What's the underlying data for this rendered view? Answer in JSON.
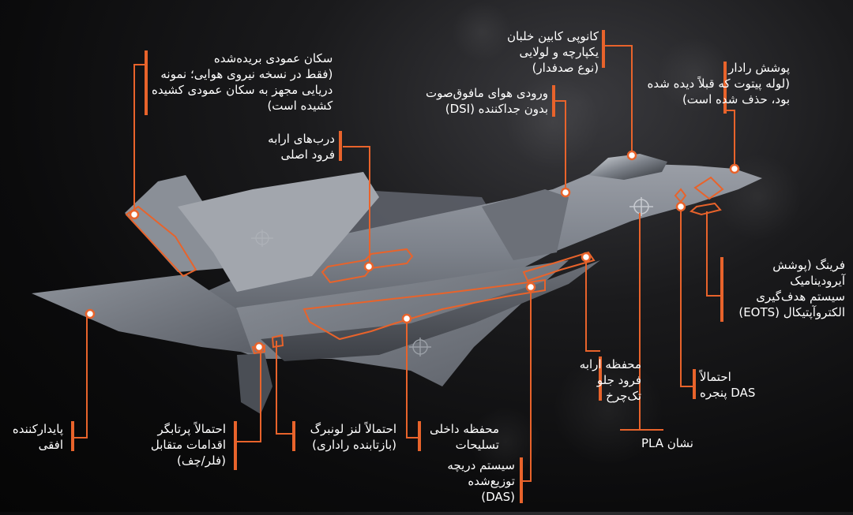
{
  "accent_color": "#e8632b",
  "callouts": {
    "canopy": [
      "کانوپی کابین خلبان",
      "یکپارچه و لولایی",
      "(نوع صدفدار)"
    ],
    "radome": [
      "پوشش رادار",
      "(لوله پیتوت که قبلاً دیده شده",
      "بود، حذف شده است)"
    ],
    "vertical_tail": [
      "سکان عمودی بریده‌شده",
      "(فقط در نسخه نیروی هوایی؛ نمونه",
      "دریایی مجهز به سکان عمودی کشیده",
      "کشیده است)"
    ],
    "dsi_intake": [
      "ورودی هوای مافوق‌صوت",
      "بدون جداکننده (DSI)"
    ],
    "main_gear_doors": [
      "درب‌های ارابه",
      "فرود اصلی"
    ],
    "eots": [
      "فرینگ (پوشش",
      "آیرودینامیک",
      "سیستم هدف‌گیری",
      "الکتروآپتیکال (EOTS)"
    ],
    "nose_gear_bay": [
      "محفظه ارابه",
      "فرود جلو",
      "تک‌چرخ"
    ],
    "das_window": [
      "احتمالاً",
      "DAS پنجره"
    ],
    "pla_marking": [
      "نشان PLA"
    ],
    "horizontal_stabilizer": [
      "پایدارکننده",
      "افقی"
    ],
    "countermeasures": [
      "احتمالاً پرتابگر",
      "اقدامات متقابل",
      "(فلر/چف)"
    ],
    "luneburg_lens": [
      "احتمالاً لنز لونبرگ",
      "(بازتابنده راداری)"
    ],
    "internal_weapons_bay": [
      "محفظه داخلی",
      "تسلیحات"
    ],
    "das_system": [
      "سیستم دریچه",
      "توزیع‌شده",
      "(DAS)"
    ]
  }
}
